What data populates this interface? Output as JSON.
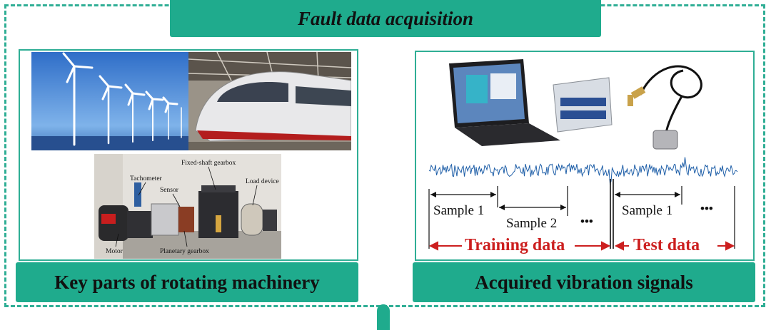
{
  "header": {
    "title": "Fault data acquisition"
  },
  "left_panel": {
    "caption": "Key parts of rotating machinery",
    "testbench_labels": {
      "fixed_shaft_gearbox": "Fixed-shaft gearbox",
      "tachometer": "Tachometer",
      "sensor": "Sensor",
      "load_device": "Load device",
      "motor": "Motor",
      "planetary_gearbox": "Planetary gearbox"
    }
  },
  "right_panel": {
    "caption": "Acquired vibration signals",
    "samples": {
      "train_sample_1": "Sample 1",
      "train_sample_2": "Sample 2",
      "train_dots": "•••",
      "test_sample_1": "Sample 1",
      "test_dots": "•••"
    },
    "training_label": "Training data",
    "test_label": "Test data"
  },
  "colors": {
    "accent": "#1fab8d",
    "frame": "#2fae95",
    "arrow_red": "#cc1f1f",
    "signal": "#1f5fa8"
  }
}
